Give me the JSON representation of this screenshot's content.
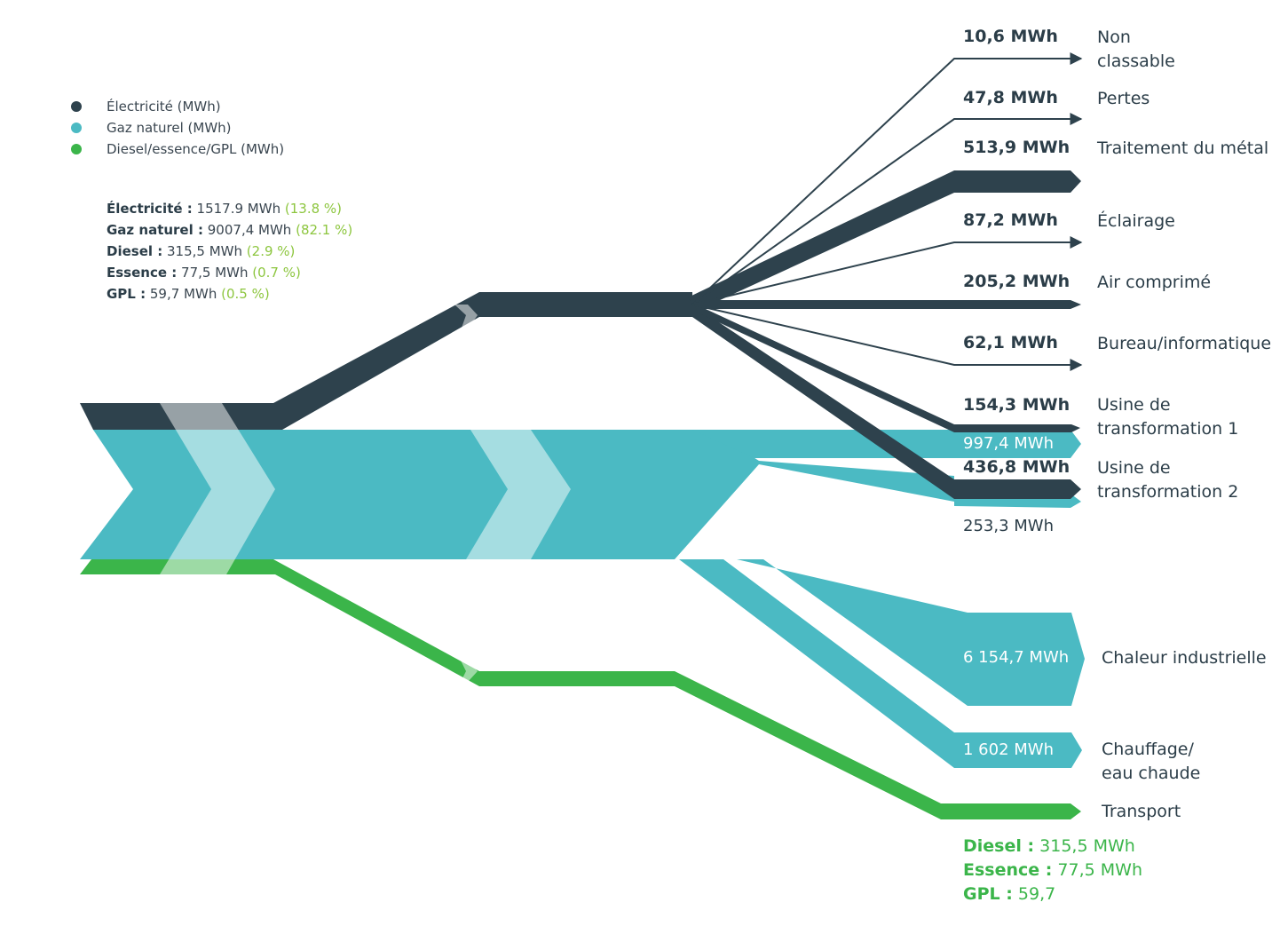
{
  "colors": {
    "electricity": "#2e424d",
    "gas": "#4bbac3",
    "fuel": "#3bb54a",
    "pct": "#8dc63f"
  },
  "legend": [
    {
      "label": "Électricité (MWh)",
      "color": "#2e424d"
    },
    {
      "label": "Gaz naturel (MWh)",
      "color": "#4bbac3"
    },
    {
      "label": "Diesel/essence/GPL (MWh)",
      "color": "#3bb54a"
    }
  ],
  "summary": [
    {
      "name": "Électricité :",
      "value": "1517.9 MWh",
      "pct": "(13.8 %)"
    },
    {
      "name": "Gaz naturel :",
      "value": "9007,4 MWh",
      "pct": "(82.1 %)"
    },
    {
      "name": "Diesel :",
      "value": "315,5 MWh",
      "pct": "(2.9 %)"
    },
    {
      "name": "Essence :",
      "value": "77,5 MWh",
      "pct": "(0.7 %)"
    },
    {
      "name": "GPL :",
      "value": "59,7 MWh",
      "pct": "(0.5 %)"
    }
  ],
  "electricity_outputs": [
    {
      "value": "10,6 MWh",
      "label": "Non\nclassable"
    },
    {
      "value": "47,8 MWh",
      "label": "Pertes"
    },
    {
      "value": "513,9 MWh",
      "label": "Traitement du métal"
    },
    {
      "value": "87,2 MWh",
      "label": "Éclairage"
    },
    {
      "value": "205,2 MWh",
      "label": "Air comprimé"
    },
    {
      "value": "62,1 MWh",
      "label": "Bureau/informatique"
    },
    {
      "value": "154,3 MWh",
      "label": "Usine de\ntransformation 1"
    },
    {
      "value": "436,8 MWh",
      "label": "Usine de\ntransformation 2"
    }
  ],
  "gas_outputs": {
    "plant1": "997,4 MWh",
    "plant2": "253,3 MWh",
    "heat_value": "6 154,7 MWh",
    "heat_label": "Chaleur industrielle",
    "heating_value": "1 602 MWh",
    "heating_label": "Chauffage/\neau chaude"
  },
  "transport": {
    "label": "Transport",
    "lines": [
      {
        "name": "Diesel :",
        "value": "315,5 MWh"
      },
      {
        "name": "Essence :",
        "value": "77,5 MWh"
      },
      {
        "name": "GPL :",
        "value": "59,7"
      }
    ]
  }
}
